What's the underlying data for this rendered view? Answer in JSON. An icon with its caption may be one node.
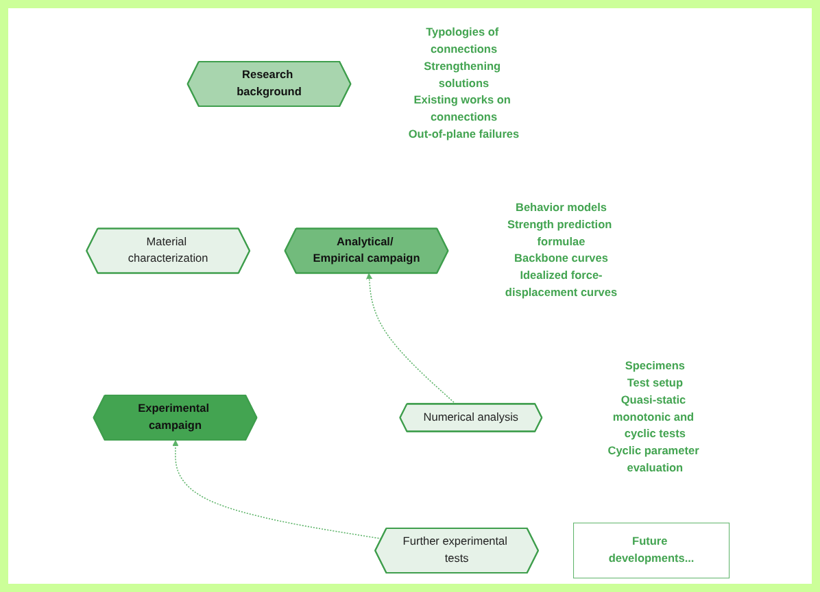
{
  "diagram": {
    "nodes": [
      {
        "text": [
          "Material characterization"
        ]
      },
      {
        "text": [
          "Research background"
        ],
        "beside": [
          "Typologies of connections",
          "Strengthening solutions",
          "Existing works on connections",
          "Out-of-plane failures"
        ]
      },
      {
        "text": [
          "Experimental campaign"
        ],
        "beside": [
          "Specimens",
          "Test setup",
          "Quasi-static monotonic and cyclic tests",
          "Cyclic parameter evaluation"
        ]
      },
      {
        "text": [
          "Analytical/ Empirical campaign"
        ],
        "beside": [
          "Behavior models",
          "Strength prediction formulae",
          "Backbone curves",
          "Idealized force-displacement curves"
        ]
      },
      {
        "text": [
          "Further experimental tests"
        ]
      },
      {
        "text": [
          "Numerical analysis"
        ]
      },
      {
        "text": [
          "Future developments..."
        ]
      }
    ],
    "edges": [
      {
        "from": 4,
        "to": 2,
        "arrow": "to",
        "style": "dashed"
      },
      {
        "from": 5,
        "to": 3,
        "arrow": "to",
        "style": "dashed"
      }
    ]
  }
}
